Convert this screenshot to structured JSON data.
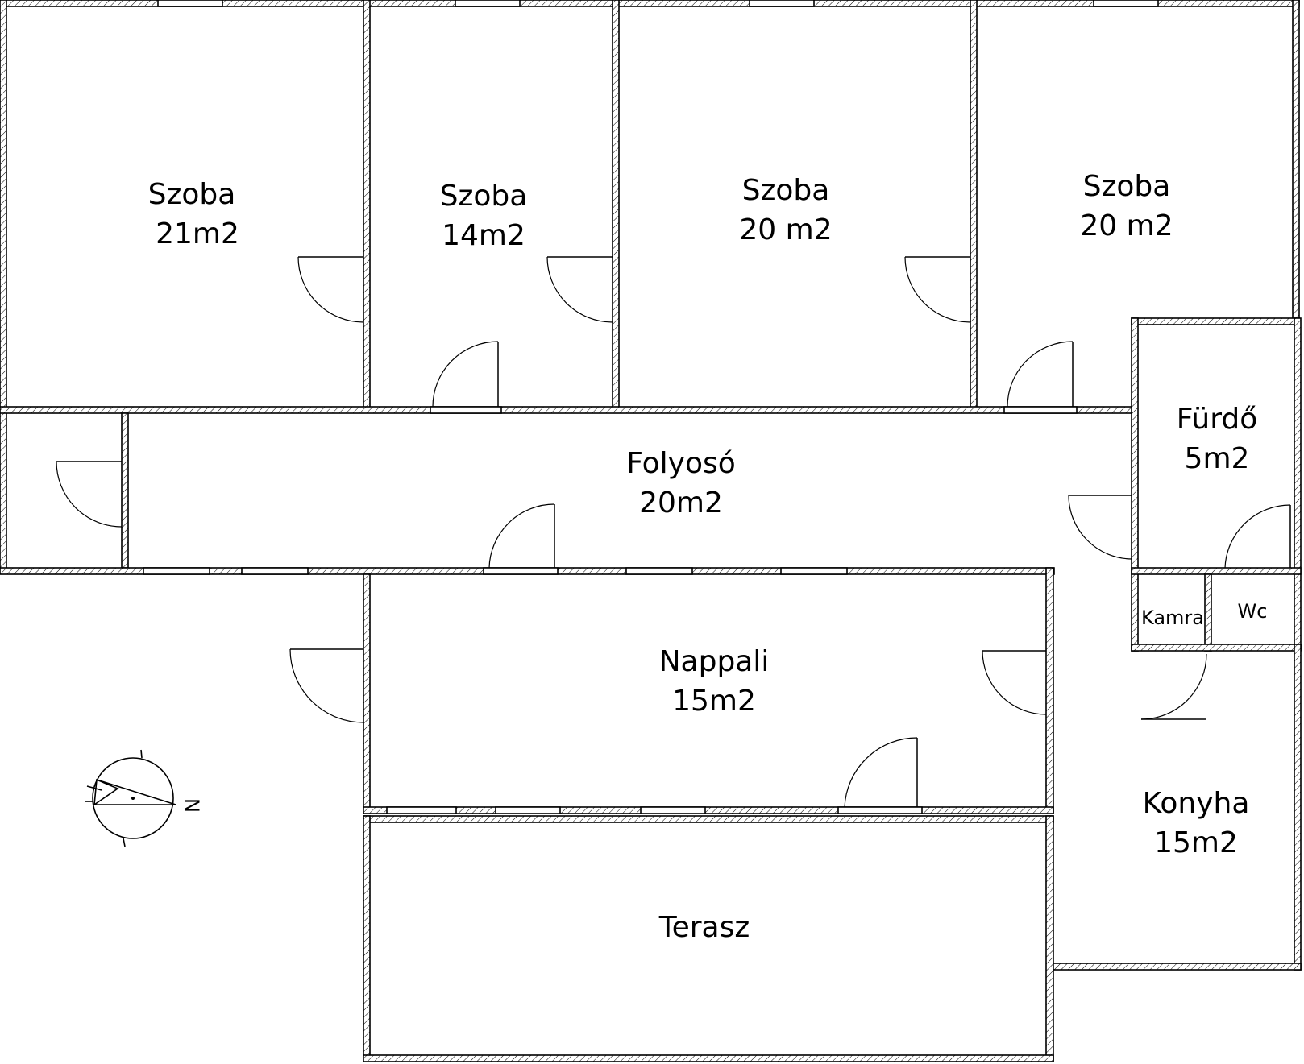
{
  "rooms": {
    "szoba1": {
      "name": "Szoba",
      "area": "21m2"
    },
    "szoba2": {
      "name": "Szoba",
      "area": "14m2"
    },
    "szoba3": {
      "name": "Szoba",
      "area": "20 m2"
    },
    "szoba4": {
      "name": "Szoba",
      "area": "20 m2"
    },
    "furdo": {
      "name": "Fürdő",
      "area": "5m2"
    },
    "folyoso": {
      "name": "Folyosó",
      "area": "20m2"
    },
    "nappali": {
      "name": "Nappali",
      "area": "15m2"
    },
    "kamra": {
      "name": "Kamra"
    },
    "wc": {
      "name": "Wc"
    },
    "konyha": {
      "name": "Konyha",
      "area": "15m2"
    },
    "terasz": {
      "name": "Terasz"
    }
  },
  "compass": {
    "north_label": "N"
  }
}
